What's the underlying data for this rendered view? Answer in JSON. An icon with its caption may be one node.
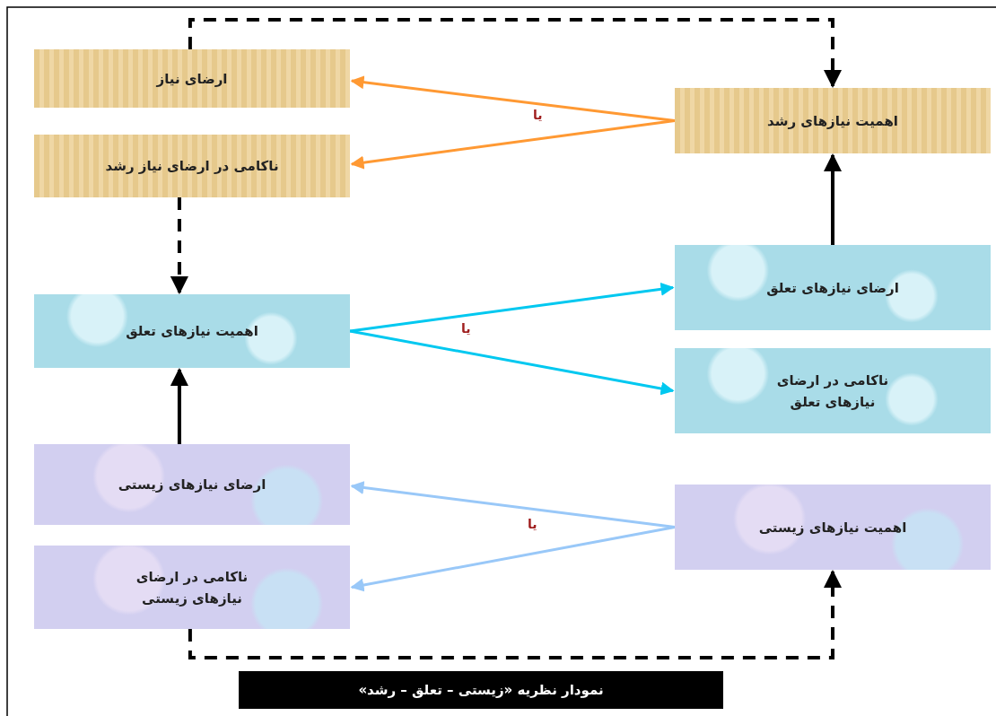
{
  "diagram": {
    "caption": "نمودار نظریه «زیستی – تعلق – رشد»",
    "nodes": [
      {
        "text": [
          "ارضای نیاز"
        ]
      },
      {
        "text": [
          "ناکامی در ارضای نیاز رشد"
        ]
      },
      {
        "text": [
          "اهمیت نیازهای تعلق"
        ]
      },
      {
        "text": [
          "ارضای نیازهای زیستی"
        ]
      },
      {
        "text": [
          "ناکامی در ارضای نیازهای زیستی"
        ]
      },
      {
        "text": [
          "اهمیت نیازهای رشد"
        ]
      },
      {
        "text": [
          "ارضای نیازهای تعلق"
        ]
      },
      {
        "text": [
          "ناکامی در ارضای نیازهای تعلق"
        ]
      },
      {
        "text": [
          "اهمیت نیازهای زیستی"
        ]
      }
    ],
    "edges": [
      {
        "from": 5,
        "to": 0,
        "arrow": "to",
        "label": "یا",
        "color": "#ff9933"
      },
      {
        "from": 5,
        "to": 1,
        "arrow": "to",
        "color": "#ff9933"
      },
      {
        "from": 1,
        "to": 2,
        "arrow": "to",
        "style": "dashed"
      },
      {
        "from": 3,
        "to": 2,
        "arrow": "to"
      },
      {
        "from": 2,
        "to": 6,
        "arrow": "to",
        "label": "یا",
        "color": "#00c8f0"
      },
      {
        "from": 2,
        "to": 7,
        "arrow": "to",
        "color": "#00c8f0"
      },
      {
        "from": 8,
        "to": 3,
        "arrow": "to",
        "label": "یا",
        "color": "#99c8f8"
      },
      {
        "from": 8,
        "to": 4,
        "arrow": "to",
        "color": "#99c8f8"
      },
      {
        "from": 6,
        "to": 5,
        "arrow": "to"
      },
      {
        "from": 0,
        "to": 5,
        "arrow": "to",
        "style": "dashed"
      },
      {
        "from": 4,
        "to": 8,
        "arrow": "to",
        "style": "dashed"
      }
    ]
  }
}
